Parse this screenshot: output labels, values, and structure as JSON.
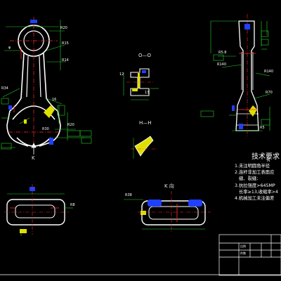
{
  "views": {
    "section_o": "O—O",
    "section_h": "H—H",
    "view_k": "K",
    "view_k_dir": "K 向"
  },
  "tech_requirements": {
    "title": "技术要求",
    "note_corner": "R",
    "items": [
      "1.未注明圆角半径",
      "2.连杆非加工表面应",
      "缝、裂缝;",
      "3.抗拉强度>645MP",
      "长率≥13,收缩率>4",
      "4.机械加工未注偏差"
    ]
  },
  "dimensions": {
    "front": [
      "R20",
      "R15",
      "R14",
      "R34",
      "R30",
      "16",
      "φ",
      "R20"
    ],
    "side": [
      "R5.8",
      "R140",
      "R140",
      "R70",
      "R5"
    ],
    "section": [
      "12",
      "13"
    ],
    "bottom_left": [
      "R8"
    ],
    "view_k": [
      "R38"
    ]
  },
  "title_block": {
    "row1": "比例",
    "row2": "件数"
  },
  "colors": {
    "background": "#000000",
    "outline": "#ffffff",
    "centerline": "#ff2a2a",
    "dimension": "#28d228",
    "hatch": "#e0e000",
    "accent": "#2040ff"
  }
}
